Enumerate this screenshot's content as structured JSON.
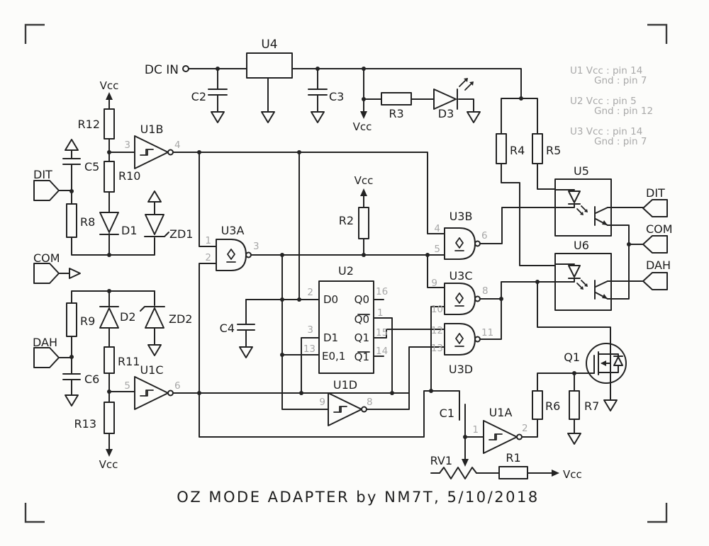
{
  "title": "OZ MODE ADAPTER  by  NM7T,  5/10/2018",
  "power": {
    "vcc": "Vcc",
    "dc_in": "DC IN"
  },
  "connectors": {
    "dit": "DIT",
    "com": "COM",
    "dah": "DAH"
  },
  "labels": {
    "u1a": "U1A",
    "u1b": "U1B",
    "u1c": "U1C",
    "u1d": "U1D",
    "u2": "U2",
    "u3a": "U3A",
    "u3b": "U3B",
    "u3c": "U3C",
    "u3d": "U3D",
    "u4": "U4",
    "u5": "U5",
    "u6": "U6",
    "q1": "Q1",
    "rv1": "RV1",
    "r1": "R1",
    "r2": "R2",
    "r3": "R3",
    "r4": "R4",
    "r5": "R5",
    "r6": "R6",
    "r7": "R7",
    "r8": "R8",
    "r9": "R9",
    "r10": "R10",
    "r11": "R11",
    "r12": "R12",
    "r13": "R13",
    "c1": "C1",
    "c2": "C2",
    "c3": "C3",
    "c4": "C4",
    "c5": "C5",
    "c6": "C6",
    "d1": "D1",
    "d2": "D2",
    "d3": "D3",
    "zd1": "ZD1",
    "zd2": "ZD2"
  },
  "u2_ports": {
    "d0": "D0",
    "q0": "Q0",
    "qb0": "Q0",
    "d1": "D1",
    "q1": "Q1",
    "e01": "E0,1",
    "qb1": "Q1"
  },
  "pins": {
    "u1b_in": "3",
    "u1b_out": "4",
    "u1c_in": "5",
    "u1c_out": "6",
    "u1d_in": "9",
    "u1d_out": "8",
    "u1a_in": "1",
    "u1a_out": "2",
    "u3a_in1": "1",
    "u3a_in2": "2",
    "u3a_out": "3",
    "u3b_in1": "4",
    "u3b_in2": "5",
    "u3b_out": "6",
    "u3c_in1": "9",
    "u3c_in2": "10",
    "u3c_out": "8",
    "u3d_in1": "12",
    "u3d_in2": "13",
    "u3d_out": "11",
    "u2_d0": "2",
    "u2_q0": "16",
    "u2_qb0": "1",
    "u2_d1": "3",
    "u2_q1": "15",
    "u2_e01": "13",
    "u2_qb1": "14"
  },
  "notes": {
    "u1_vcc": "U1 Vcc : pin 14",
    "u1_gnd": "Gnd : pin 7",
    "u2_vcc": "U2 Vcc : pin 5",
    "u2_gnd": "Gnd : pin 12",
    "u3_vcc": "U3 Vcc : pin 14",
    "u3_gnd": "Gnd : pin 7"
  },
  "colors": {
    "ink": "#232323",
    "pin_gray": "#a7a7a7",
    "paper": "#fcfcfa"
  }
}
